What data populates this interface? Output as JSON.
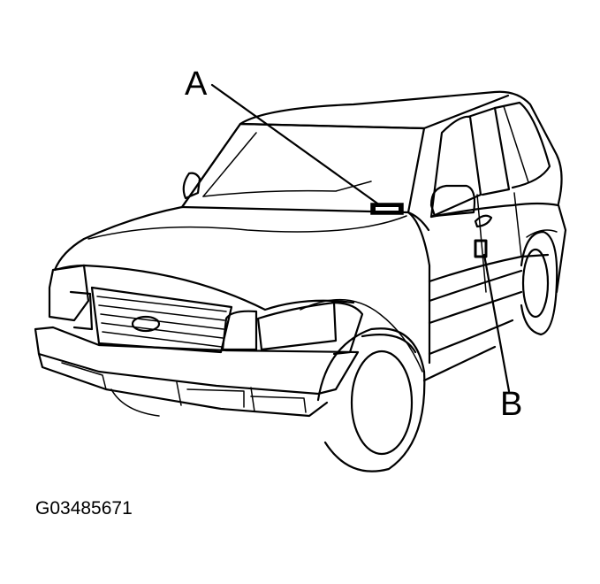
{
  "callouts": {
    "a": "A",
    "b": "B"
  },
  "figure_code": "G03485671",
  "colors": {
    "line": "#000000",
    "background": "#ffffff"
  }
}
